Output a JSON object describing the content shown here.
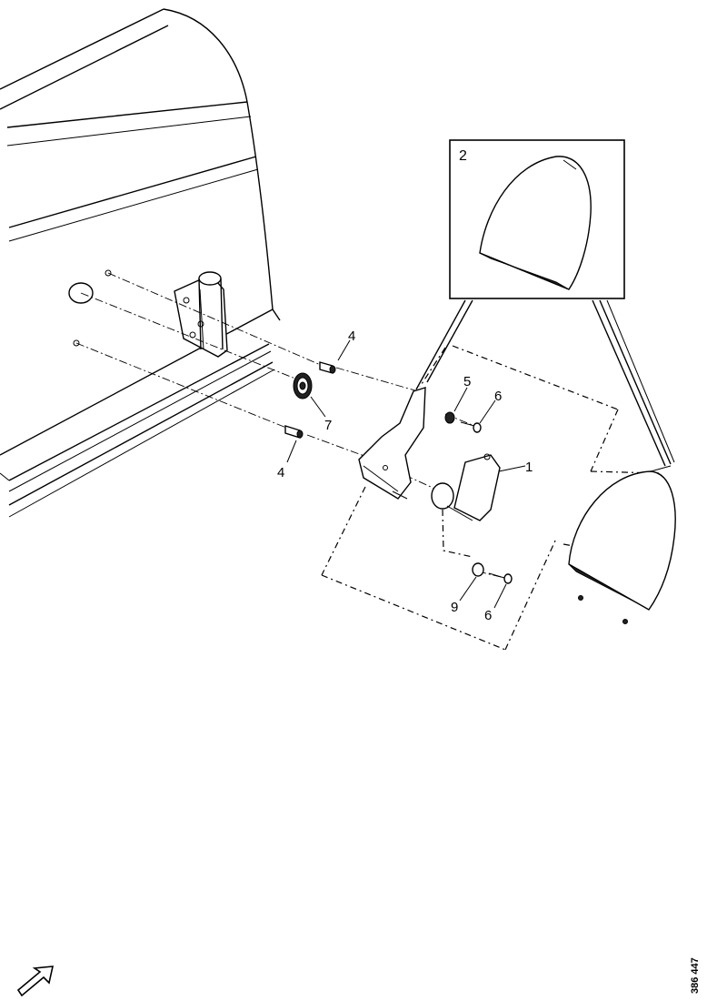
{
  "callouts": {
    "p1": "1",
    "p2": "2",
    "p4_top": "4",
    "p4_bottom": "4",
    "p5": "5",
    "p6_top": "6",
    "p6_bottom": "6",
    "p7": "7",
    "p9": "9"
  },
  "document_id": "386 447",
  "icons": {
    "direction": "forward-arrow-icon"
  }
}
